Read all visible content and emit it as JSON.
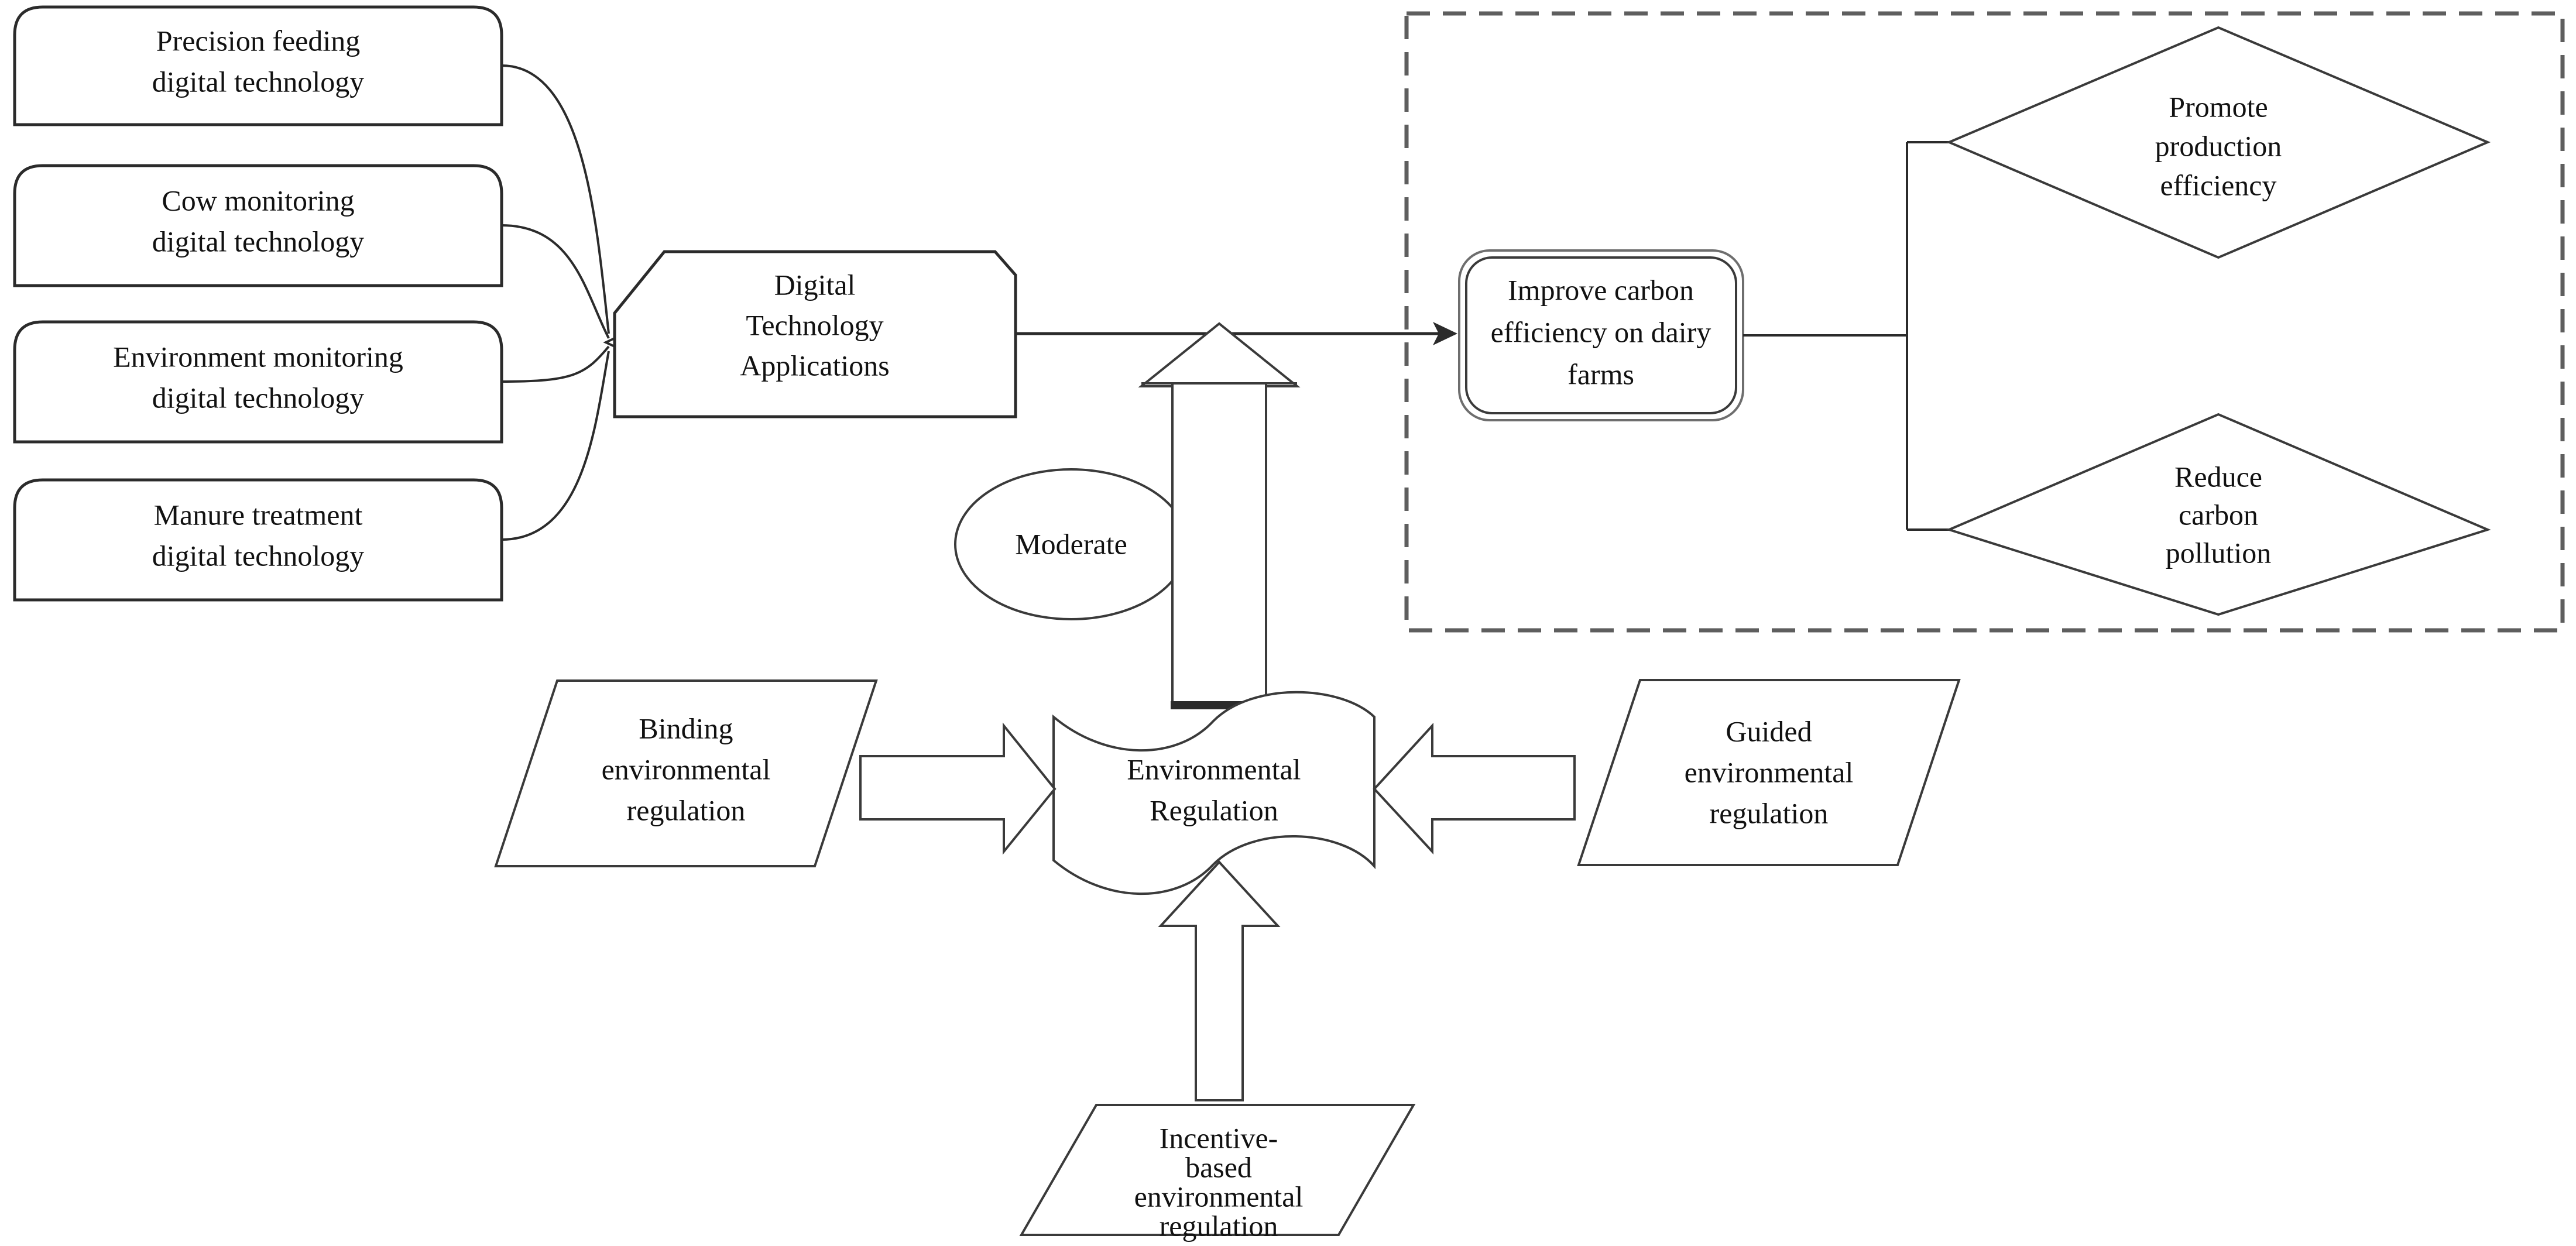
{
  "diagram": {
    "title": "Digital technology, environmental regulation and dairy farm carbon efficiency framework",
    "colors": {
      "stroke": "#2b2b2b",
      "dashed_boundary": "#5e5e5e",
      "background": "#ffffff",
      "text": "#111111"
    },
    "inputs": {
      "group_name": "digital-technology-inputs",
      "items": [
        {
          "id": "precision-feeding",
          "line1": "Precision feeding",
          "line2": "digital technology",
          "shape": "rounded-top-rect"
        },
        {
          "id": "cow-monitoring",
          "line1": "Cow monitoring",
          "line2": "digital technology",
          "shape": "rounded-top-rect"
        },
        {
          "id": "environment-monitoring",
          "line1": "Environment monitoring",
          "line2": "digital technology",
          "shape": "rounded-top-rect"
        },
        {
          "id": "manure-treatment",
          "line1": "Manure treatment",
          "line2": "digital technology",
          "shape": "rounded-top-rect"
        }
      ]
    },
    "hub": {
      "id": "digital-technology-applications",
      "shape": "cut-corner-pentagon",
      "line1": "Digital",
      "line2": "Technology",
      "line3": "Applications"
    },
    "outcome": {
      "id": "improve-carbon-efficiency",
      "shape": "double-rounded-rect",
      "line1": "Improve carbon",
      "line2": "efficiency on dairy",
      "line3": "farms"
    },
    "results": {
      "boundary": "dashed-rectangle",
      "items": [
        {
          "id": "promote-production-efficiency",
          "shape": "diamond",
          "line1": "Promote",
          "line2": "production",
          "line3": "efficiency"
        },
        {
          "id": "reduce-carbon-pollution",
          "shape": "diamond",
          "line1": "Reduce",
          "line2": "carbon",
          "line3": "pollution"
        }
      ]
    },
    "moderator": {
      "id": "moderate-ellipse",
      "shape": "ellipse",
      "label": "Moderate"
    },
    "regulation": {
      "id": "environmental-regulation",
      "shape": "wave-document",
      "line1": "Environmental",
      "line2": "Regulation"
    },
    "regulation_sources": [
      {
        "id": "binding-environmental-regulation",
        "shape": "parallelogram",
        "position": "left",
        "line1": "Binding",
        "line2": "environmental",
        "line3": "regulation"
      },
      {
        "id": "guided-environmental-regulation",
        "shape": "parallelogram",
        "position": "right",
        "line1": "Guided",
        "line2": "environmental",
        "line3": "regulation"
      },
      {
        "id": "incentive-based-environmental-regulation",
        "shape": "parallelogram",
        "position": "bottom",
        "line1": "Incentive-",
        "line2": "based",
        "line3": "environmental",
        "line4": "regulation"
      }
    ],
    "connectors": [
      {
        "id": "inputs-to-hub",
        "type": "curve-bundle",
        "from": "digital-technology-inputs",
        "to": "digital-technology-applications"
      },
      {
        "id": "hub-to-outcome",
        "type": "line-arrow",
        "from": "digital-technology-applications",
        "to": "improve-carbon-efficiency"
      },
      {
        "id": "outcome-to-results",
        "type": "bracket",
        "from": "improve-carbon-efficiency",
        "to": "results"
      },
      {
        "id": "regulation-to-hub-link",
        "type": "block-arrow-up",
        "from": "environmental-regulation",
        "to": "hub-to-outcome-link"
      },
      {
        "id": "binding-to-regulation",
        "type": "block-arrow-right",
        "from": "binding-environmental-regulation",
        "to": "environmental-regulation"
      },
      {
        "id": "guided-to-regulation",
        "type": "block-arrow-left",
        "from": "guided-environmental-regulation",
        "to": "environmental-regulation"
      },
      {
        "id": "incentive-to-regulation",
        "type": "block-arrow-up",
        "from": "incentive-based-environmental-regulation",
        "to": "environmental-regulation"
      }
    ]
  }
}
